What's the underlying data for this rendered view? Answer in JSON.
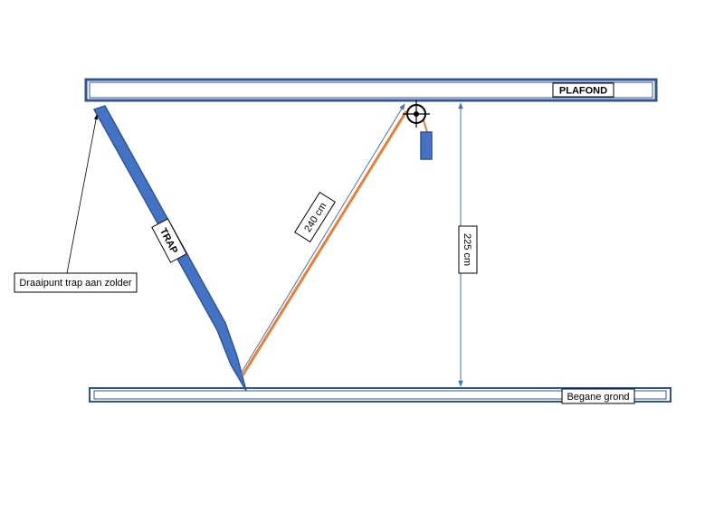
{
  "labels": {
    "ceiling": "PLAFOND",
    "ground": "Begane grond",
    "stair": "TRAP",
    "pivot": "Draaipunt trap aan zolder",
    "diagonal_dim": "240 cm",
    "height_dim": "225 cm"
  },
  "colors": {
    "beam_border": "#2f5597",
    "stair": "#4472c4",
    "stair_border": "#2f5597",
    "rope": "#ed7d31",
    "dimension_line": "#4472c4",
    "weight": "#2f5597"
  }
}
